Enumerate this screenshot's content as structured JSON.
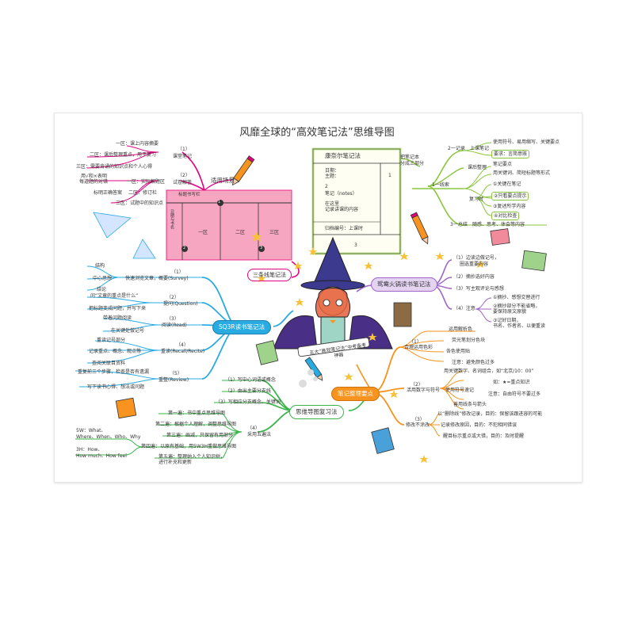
{
  "title": "风靡全球的“高效笔记法”思维导图",
  "center": {
    "banner": "五大“高效笔记法”中考备考神器"
  },
  "colors": {
    "cornell": "#e4007f",
    "sandwich": "#8cc63f",
    "threeline": "#e4007f",
    "sq3r": "#29abe2",
    "mind": "#39b54a",
    "keypoints": "#f7931e",
    "hotpot": "#9e64c8",
    "pink_fill": "#f7a6c2"
  },
  "threeline": {
    "label": "三条线笔记法",
    "scene_label": "适用场景",
    "zone1": "一区",
    "zone2": "二区",
    "zone3": "三区",
    "margin_label": "日期与书名",
    "top_label": "标题书写栏",
    "m1": "1",
    "m2": "2",
    "m3": "3",
    "scene1_num": "（1）",
    "scene1": "课堂笔记",
    "scene2_num": "（2）",
    "scene2": "试卷解答",
    "a1": "一区：课上内容摘要",
    "a2": "二区：课后整理重点，用于复习",
    "a3": "三区：需要背诵的知识点和个人心得",
    "b0": "用√和×表明",
    "b0b": "每道题的对错",
    "b1": "一区：实际解题区",
    "b2": "标明正确答案",
    "b2b": "二区：修订栏",
    "b3": "三区：试题中的知识点"
  },
  "cornell": {
    "title": "康奈尔笔记法",
    "note1": "日期：",
    "note1b": "主题：",
    "note1c": "1",
    "note2": "2",
    "note2a": "笔记（notes）",
    "note2b": "在这里",
    "note2c": "记录讲课的内容",
    "date_row": "归档编号：上课时",
    "note3": "3",
    "side": "把笔记本",
    "side2": "分成三部分",
    "r1_num": "2一记录",
    "r1": "上课笔记",
    "r1a": "使用符号、易用缩写、关键要点",
    "r1b": "要求：言简意赅",
    "line1": "1一线索",
    "l1": "课后整理",
    "l1a": "笔记要点",
    "l1b": "用关键词、简短标题等形式",
    "l2": "复习时",
    "l2a": "①关键在笔记",
    "l2b": "②只看要点提示",
    "l2c": "③复述所学内容",
    "l2d": "④对比检查",
    "sum_num": "3一总结",
    "sum": "随感、思考、体会等内容"
  },
  "hotpot": {
    "label": "鸳鸯火锅读书笔记法",
    "i1": "（1）边读边做记号，",
    "i1b": "圈选重要内容",
    "i2": "（2）摘抄选好内容",
    "i3": "（3）写主观评论与感想",
    "i4_num": "（4）注意",
    "i4a": "①摘抄、感想交替进行",
    "i4b": "②摘抄部分不能省略，",
    "i4c": "要保持原文原貌",
    "i4d": "③记好日期，",
    "i4e": "书名、作者名、以便重读"
  },
  "sq3r": {
    "label": "SQ3R读书笔记法",
    "s1_num": "（1）",
    "s1": "快速浏览文章，概要(Survey)",
    "s1a": "结构",
    "s1b": "中心思想",
    "s1c": "结论",
    "s2_num": "（2）",
    "s2": "提问(Question)",
    "s2a": "问“文章的重点是什么”",
    "s2b": "把标题变成问题，并写下来",
    "s3_num": "（3）",
    "s3": "阅读(Read)",
    "s3a": "带着问题阅读",
    "s3b": "在关键处做记号",
    "s4_num": "（4）",
    "s4": "重读(Recall/Recite)",
    "s4a": "重读记号部分",
    "s4b": "记录重点、概念、观点等",
    "s4c": "查阅关联目资料",
    "s5_num": "（5）",
    "s5": "重整(Review)",
    "s5a": "重复前三个步骤，检查是否有遗漏",
    "s5b": "写下读书心得、想法或问题"
  },
  "mind": {
    "label": "思维导图复习法",
    "m1": "（1）写中心词语或概念",
    "m2": "（2）由出主要分支线",
    "m3": "（3）写相应分支概念、关键词",
    "m4": "（4）",
    "m4b": "采用五遍法",
    "p1": "第一遍：书中重点思维导图",
    "p2": "第二遍：根据个人理解，调整思维导图",
    "p3": "第三遍：画减，只保留有用部分",
    "p4": "第四遍：以原有基础，用5W3H重做思维导图",
    "p5": "第五遍：整理纳入个人知识树，",
    "p5b": "进行补充和更新",
    "w5": "5W：What、",
    "w5b": "Where、When、Who、Why",
    "h3": "3H：How、",
    "h3b": "How much、How feel"
  },
  "keypoints": {
    "label": "笔记整理要点",
    "k1_num": "（1）",
    "k1": "合理运用色彩",
    "k1a": "荧光笔划分色块",
    "k1b": "各色使用贴",
    "k1c": "注意：避免颜色过多",
    "k1d": "运用解析色",
    "k2_num": "（2）",
    "k2": "活用数字与符号",
    "k2a": "用关键数字、名词组合，如“北京/10：00”",
    "k2b": "如：★=重点知识",
    "k2c": "使用符号速记",
    "k2d": "注意：自由符号不要过多",
    "k2e": "善用线条与箭头",
    "k3_num": "（3）",
    "k3": "修改不涂改",
    "k3a": "以“删除线”修改记录，目的：保留该跟进容的可能",
    "k3b": "记录修改原因，目的：不犯相同错误",
    "k3c": "醒目标示重点或大错，目的：及时提醒"
  }
}
